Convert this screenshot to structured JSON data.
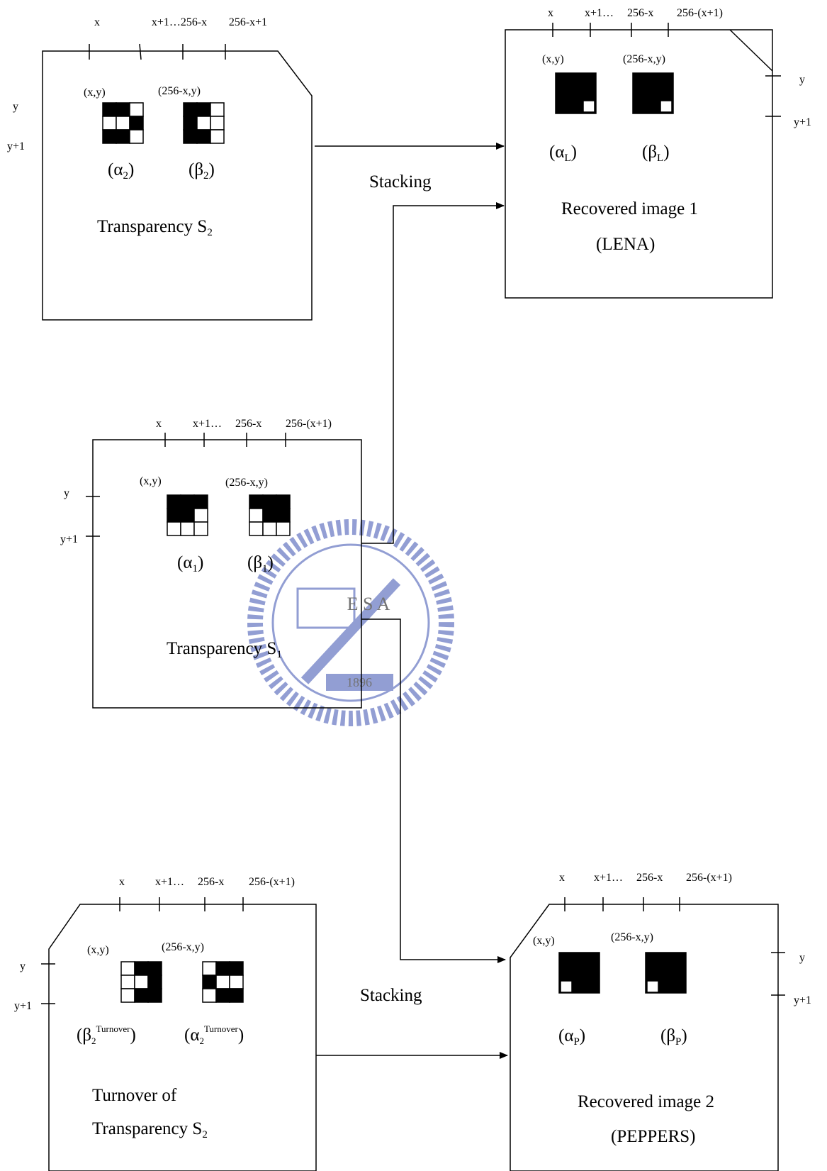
{
  "watermark": {
    "year": "1896",
    "letters": "E S A",
    "color": "#3a4fb0"
  },
  "panels": {
    "s2": {
      "title": "Transparency S",
      "title_sub": "2",
      "ticks": [
        "x",
        "x+1…256-x",
        "256-x+1"
      ],
      "rows": [
        "y",
        "y+1"
      ],
      "pos_left": "(x,y)",
      "pos_right": "(256-x,y)",
      "alpha": "(α",
      "alpha_sub": "2",
      "alpha_end": ")",
      "beta": "(β",
      "beta_sub": "2",
      "beta_end": ")"
    },
    "recovered1": {
      "title_line1": "Recovered image 1",
      "title_line2": "(LENA)",
      "ticks": [
        "x",
        "x+1…",
        "256-x",
        "256-(x+1)"
      ],
      "rows": [
        "y",
        "y+1"
      ],
      "pos_left": "(x,y)",
      "pos_right": "(256-x,y)",
      "alpha": "(α",
      "alpha_sub": "L",
      "alpha_end": ")",
      "beta": "(β",
      "beta_sub": "L",
      "beta_end": ")"
    },
    "s1": {
      "title": "Transparency S",
      "title_sub": "1",
      "ticks": [
        "x",
        "x+1…",
        "256-x",
        "256-(x+1)"
      ],
      "rows": [
        "y",
        "y+1"
      ],
      "pos_left": "(x,y)",
      "pos_right": "(256-x,y)",
      "alpha": "(α",
      "alpha_sub": "1",
      "alpha_end": ")",
      "beta": "(β",
      "beta_sub": "1",
      "beta_end": ")"
    },
    "turnover": {
      "title_line1": "Turnover of",
      "title_line2": "Transparency S",
      "title_sub": "2",
      "ticks": [
        "x",
        "x+1…",
        "256-x",
        "256-(x+1)"
      ],
      "rows": [
        "y",
        "y+1"
      ],
      "pos_left": "(x,y)",
      "pos_right": "(256-x,y)",
      "left_label": "(β",
      "left_sub": "2",
      "left_sup": "Turnover",
      "left_end": ")",
      "right_label": "(α",
      "right_sub": "2",
      "right_sup": "Turnover",
      "right_end": ")"
    },
    "recovered2": {
      "title_line1": "Recovered image 2",
      "title_line2": "(PEPPERS)",
      "ticks": [
        "x",
        "x+1…",
        "256-x",
        "256-(x+1)"
      ],
      "rows": [
        "y",
        "y+1"
      ],
      "pos_left": "(x,y)",
      "pos_right": "(256-x,y)",
      "alpha": "(α",
      "alpha_sub": "P",
      "alpha_end": ")",
      "beta": "(β",
      "beta_sub": "P",
      "beta_end": ")"
    }
  },
  "stacking_top": "Stacking",
  "stacking_bottom": "Stacking"
}
